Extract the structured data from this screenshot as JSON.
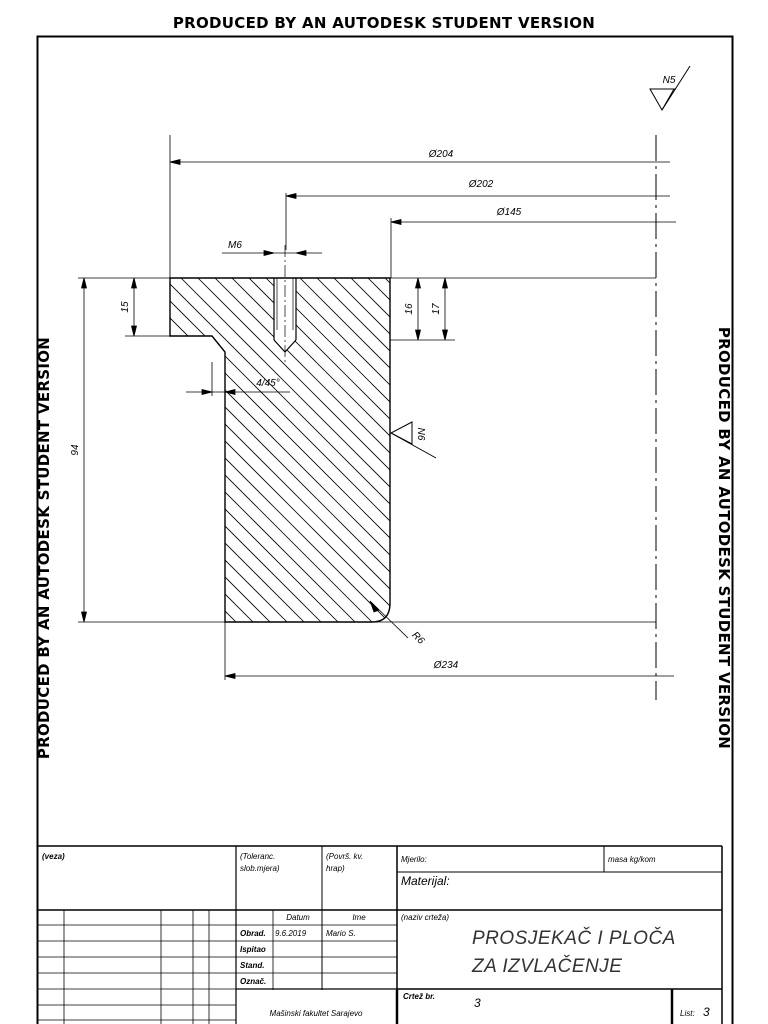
{
  "watermark": "PRODUCED BY AN AUTODESK STUDENT VERSION",
  "dimensions": {
    "d204": "Ø204",
    "d202": "Ø202",
    "d145": "Ø145",
    "d234": "Ø234",
    "m6": "M6",
    "h15": "15",
    "h16": "16",
    "h17": "17",
    "h94": "94",
    "chamfer": "4/45°",
    "radius": "R6",
    "roughness_main": "N5",
    "roughness_surface": "N6"
  },
  "title_block": {
    "veza": "(veza)",
    "toleranc_1": "(Toleranc.",
    "toleranc_2": "slob.mjera)",
    "povrs_1": "(Površ. kv.",
    "povrs_2": "hrap)",
    "mjerilo": "Mjerilo:",
    "masa": "masa kg/kom",
    "materijal": "Materijal:",
    "datum": "Datum",
    "ime": "Ime",
    "obrad": "Obrad.",
    "obrad_datum": "9.6.2019",
    "obrad_ime": "Mario S.",
    "ispitao": "Ispitao",
    "stand": "Stand.",
    "oznac": "Označ.",
    "naziv_label": "(naziv crteža)",
    "title_line1": "PROSJEKAČ I PLOČA",
    "title_line2": "ZA IZVLAČENJE",
    "crtez_label": "Crtež br.",
    "crtez_num": "3",
    "faculty": "Mašinski fakultet Sarajevo",
    "list_label": "List:",
    "list_num": "3"
  }
}
